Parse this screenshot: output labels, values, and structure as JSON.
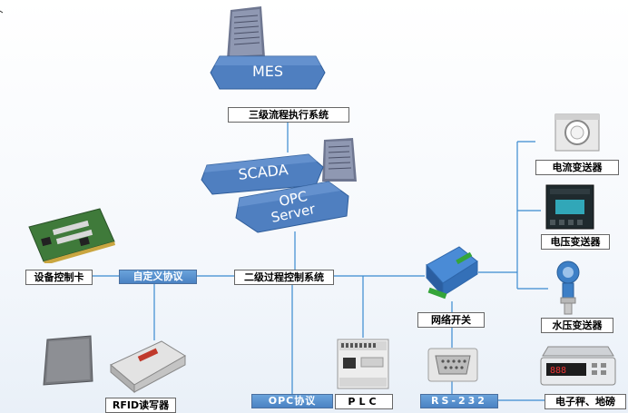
{
  "top": {
    "mes": "MES",
    "mes_label": "三级流程执行系统"
  },
  "middle": {
    "scada": "SCADA",
    "opc_line1": "OPC",
    "opc_line2": "Server",
    "center_label": "二级过程控制系统"
  },
  "left": {
    "card_label": "设备控制卡",
    "protocol_label": "自定义协议",
    "rfid_label": "RFID读写器"
  },
  "bottom": {
    "opc_protocol": "OPC协议",
    "plc": "PLC",
    "rs232": "RS-232",
    "scale_label": "电子秤、地磅"
  },
  "right": {
    "switch_label": "网络开关",
    "current_label": "电流变送器",
    "voltage_label": "电压变送器",
    "pressure_label": "水压变送器"
  },
  "colors": {
    "hex_blue": "#4f7fc0",
    "line_blue": "#3a8ad0",
    "label_blue": "#5b93d3"
  }
}
